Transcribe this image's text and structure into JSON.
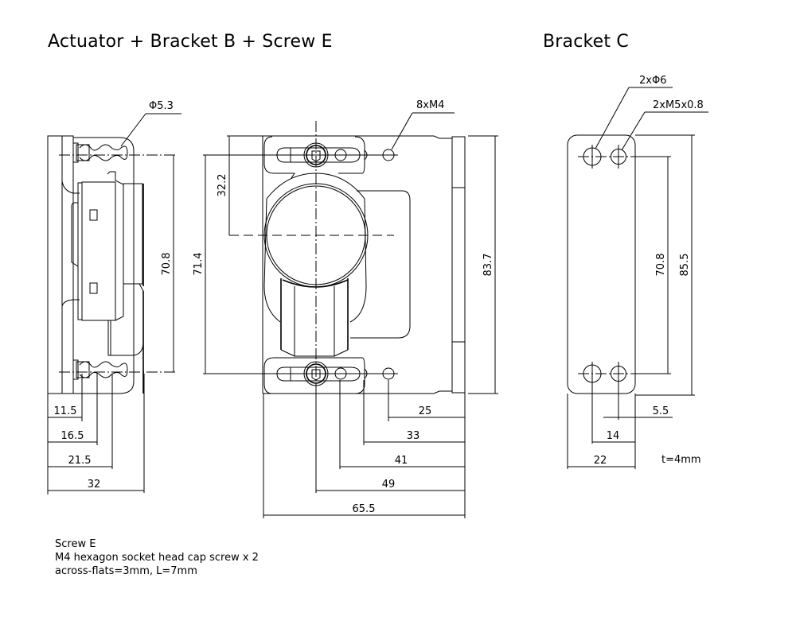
{
  "titles": {
    "left": "Actuator + Bracket B + Screw E",
    "right": "Bracket C"
  },
  "callouts": {
    "side_hole": "Φ5.3",
    "front_holes": "8xM4",
    "bracket_c_holes": "2xΦ6",
    "bracket_c_threads": "2xM5x0.8"
  },
  "side_view": {
    "vertical_dim": "70.8",
    "horizontal_dims": [
      "11.5",
      "16.5",
      "21.5",
      "32"
    ]
  },
  "front_view": {
    "vertical_dims": [
      "32.2",
      "71.4",
      "83.7"
    ],
    "horizontal_dims": [
      "25",
      "33",
      "41",
      "49",
      "65.5"
    ]
  },
  "bracket_c": {
    "vertical_dims": [
      "70.8",
      "85.5"
    ],
    "horizontal_dims": [
      "5.5",
      "14",
      "22"
    ],
    "thickness_note": "t=4mm"
  },
  "notes": {
    "heading": "Screw E",
    "line1": "M4 hexagon socket head cap screw x 2",
    "line2": "across-flats=3mm, L=7mm"
  }
}
